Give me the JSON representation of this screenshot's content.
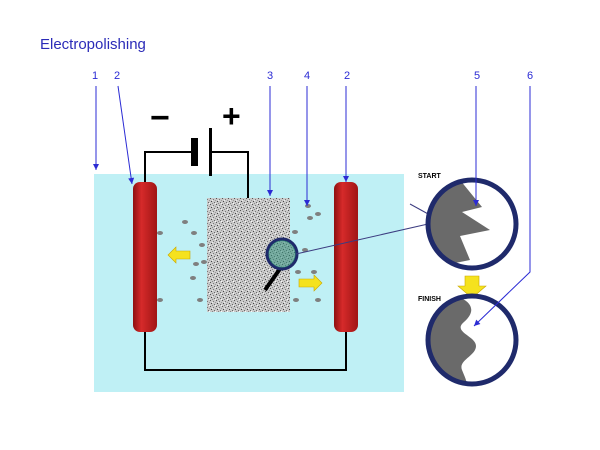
{
  "title": "Electropolishing",
  "labels": {
    "bath": "1",
    "cathode_left": "2",
    "workpiece": "3",
    "ion": "4",
    "cathode_right": "2",
    "rough_surface": "5",
    "smooth_surface": "6"
  },
  "power": {
    "minus": "−",
    "plus": "+"
  },
  "stages": {
    "start": "START",
    "finish": "FINISH"
  },
  "colors": {
    "title": "#2b2bb8",
    "label_blue": "#2b2bd4",
    "bath": "#bff0f5",
    "electrode": "#d62a2a",
    "electrode_dark": "#8e1010",
    "arrow": "#f5e21e",
    "ring": "#1f2a6b",
    "metal": "#6a6a6a",
    "bubble": "#7f7f7f"
  },
  "icons": [
    "battery-icon",
    "magnifier-icon",
    "arrow-left-icon",
    "arrow-right-icon",
    "arrow-down-icon"
  ]
}
